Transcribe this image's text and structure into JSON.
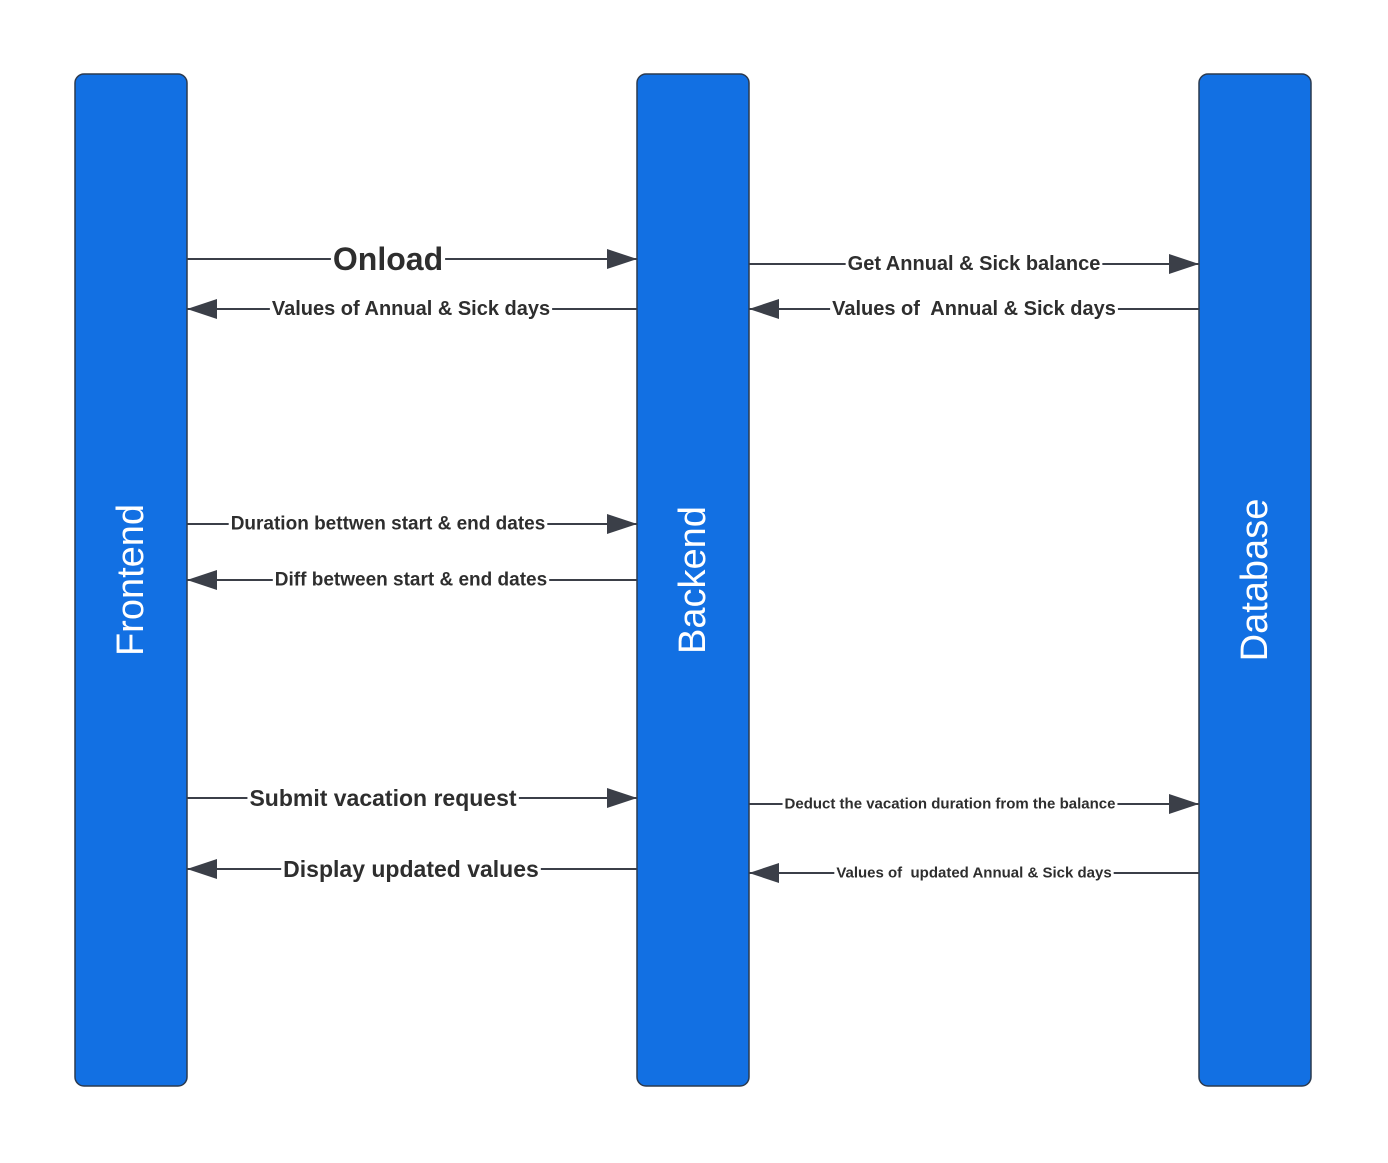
{
  "colors": {
    "lane_fill": "#1270e3",
    "lane_stroke": "#2b3a4f",
    "arrow": "#3b3f48",
    "text": "#2e2e2e",
    "label_text": "#ffffff"
  },
  "lanes": [
    {
      "id": "frontend",
      "label": "Frontend"
    },
    {
      "id": "backend",
      "label": "Backend"
    },
    {
      "id": "database",
      "label": "Database"
    }
  ],
  "messages": [
    {
      "from": "frontend",
      "to": "backend",
      "label": "Onload"
    },
    {
      "from": "backend",
      "to": "frontend",
      "label": "Values of Annual & Sick days"
    },
    {
      "from": "backend",
      "to": "database",
      "label": "Get Annual & Sick balance"
    },
    {
      "from": "database",
      "to": "backend",
      "label": "Values of  Annual & Sick days"
    },
    {
      "from": "frontend",
      "to": "backend",
      "label": "Duration bettwen start & end dates"
    },
    {
      "from": "backend",
      "to": "frontend",
      "label": "Diff between start & end dates"
    },
    {
      "from": "frontend",
      "to": "backend",
      "label": "Submit vacation request"
    },
    {
      "from": "backend",
      "to": "frontend",
      "label": "Display updated values"
    },
    {
      "from": "backend",
      "to": "database",
      "label": "Deduct the vacation duration from the balance"
    },
    {
      "from": "database",
      "to": "backend",
      "label": "Values of  updated Annual & Sick days"
    }
  ]
}
